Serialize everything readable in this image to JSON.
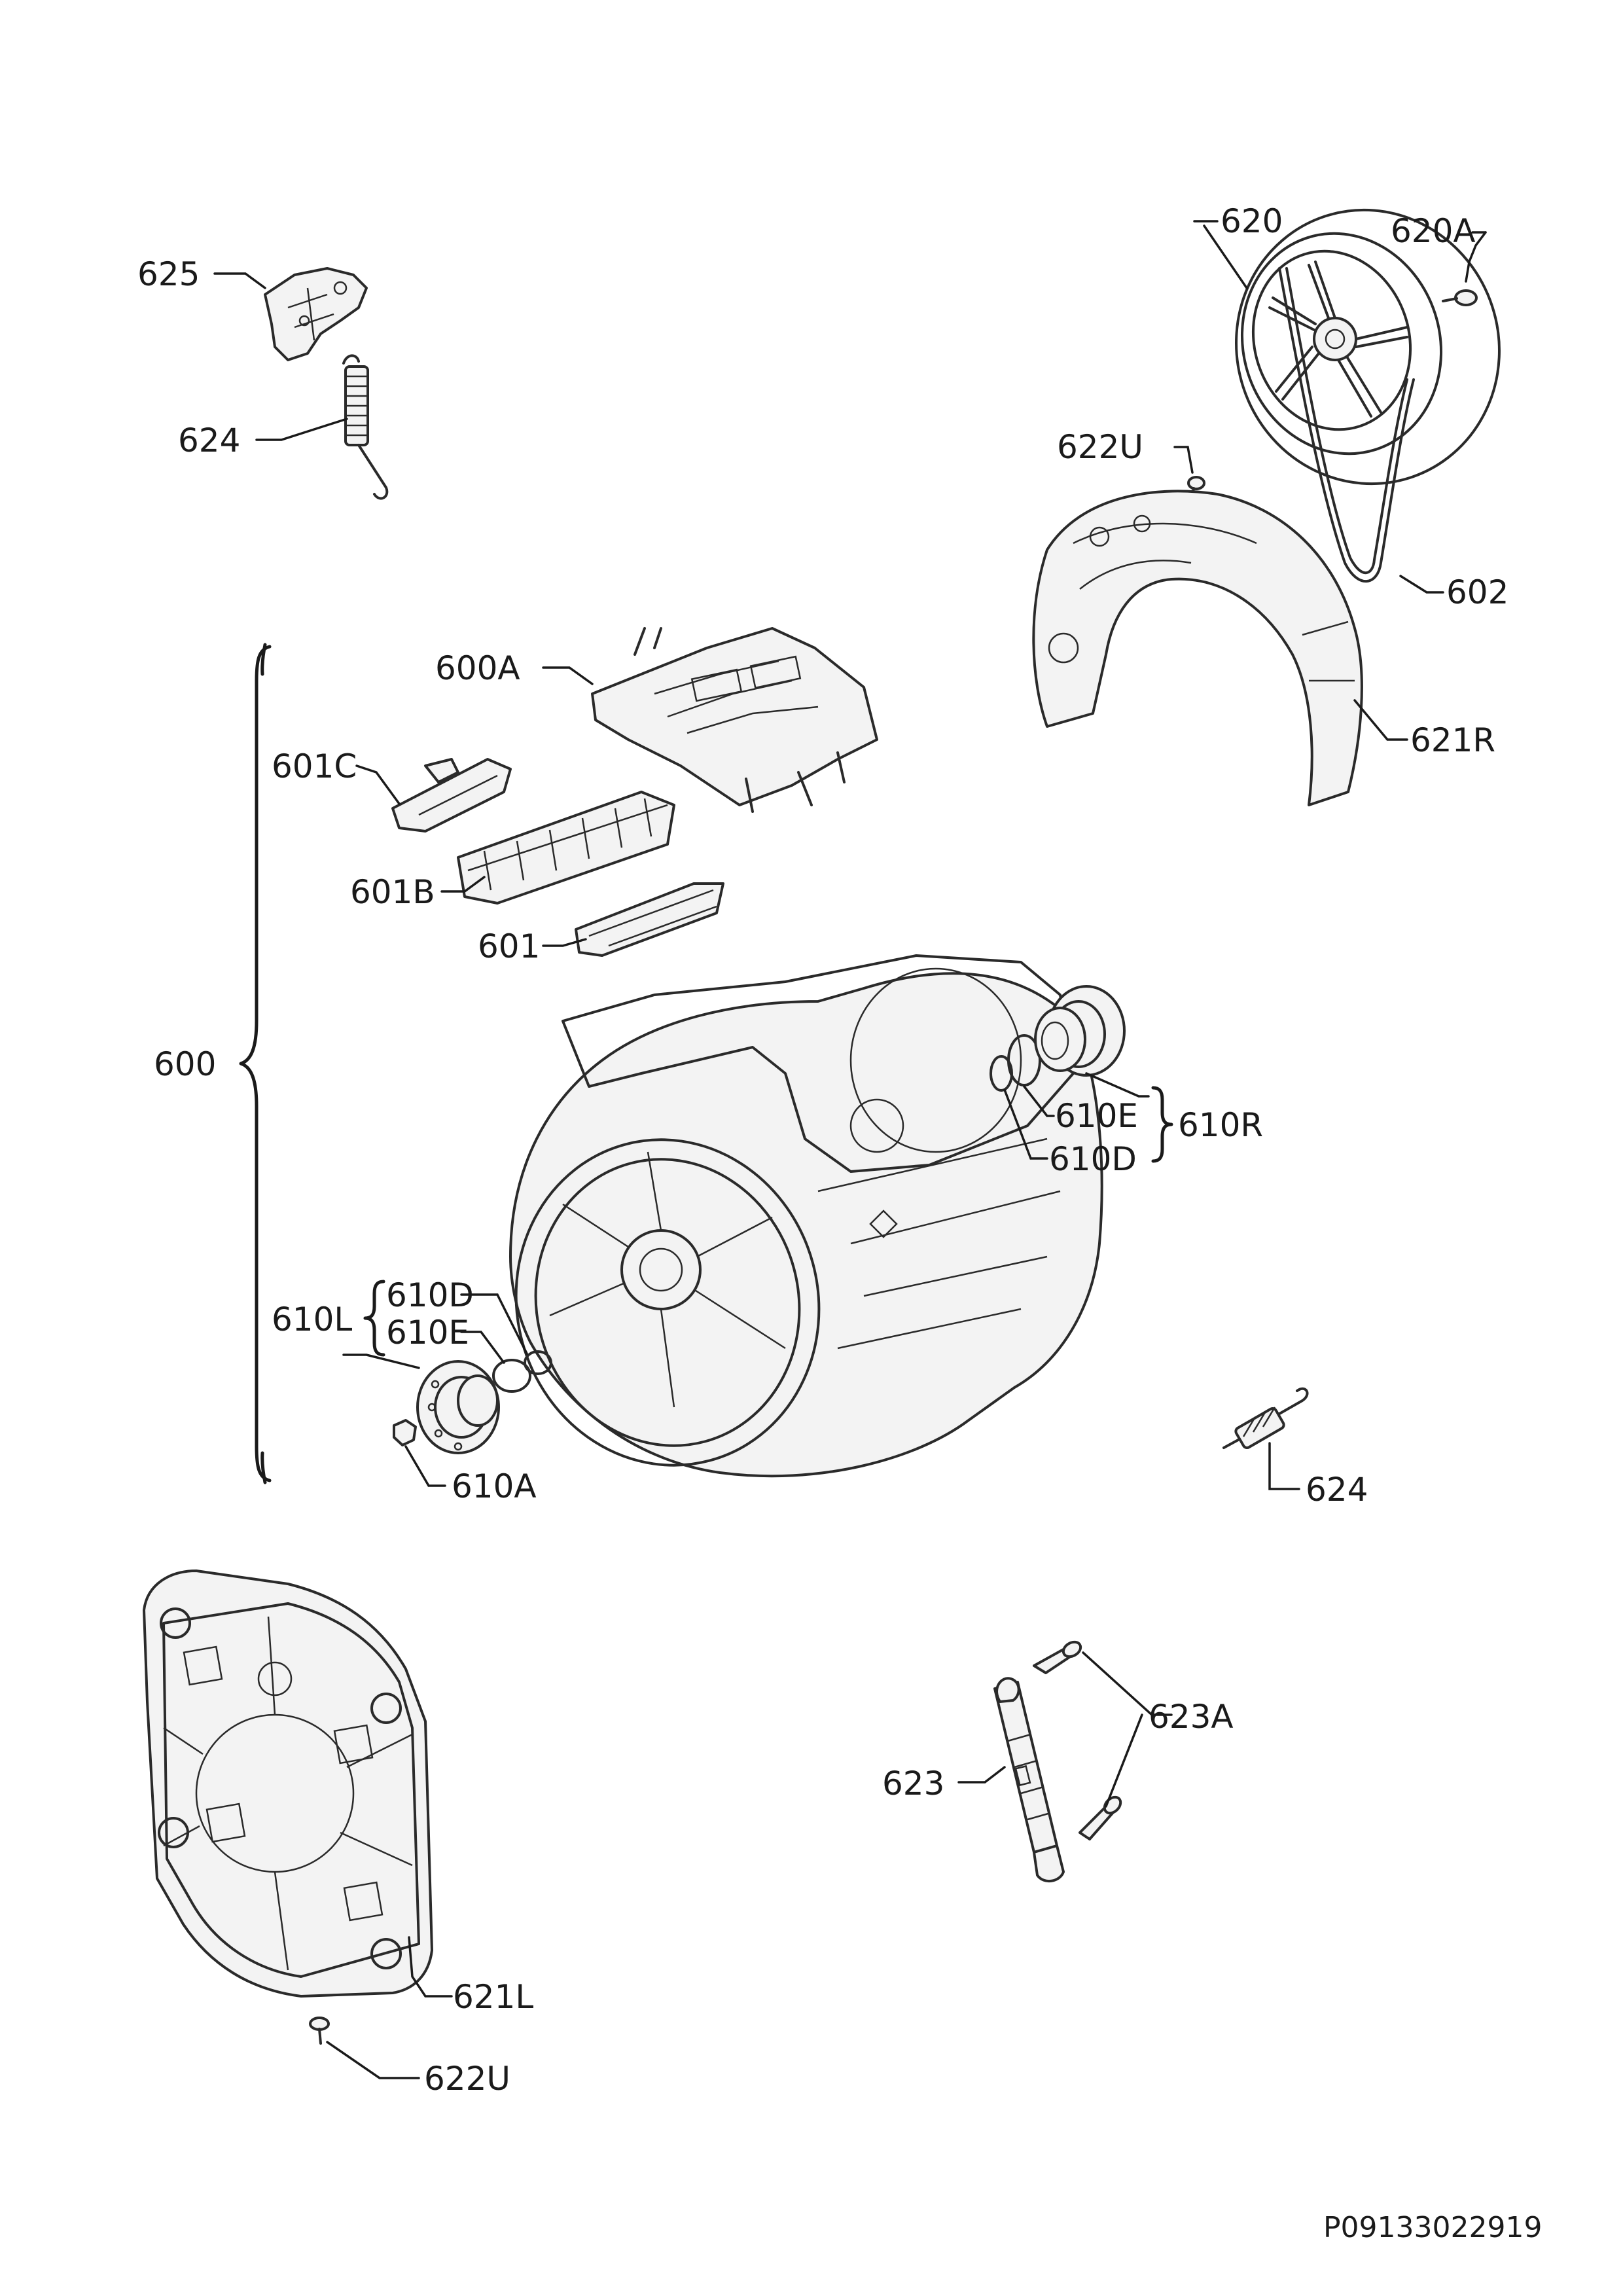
{
  "labels": {
    "l625": "625",
    "l624_top": "624",
    "l620": "620",
    "l620A": "620A",
    "l622U_top": "622U",
    "l602": "602",
    "l600A": "600A",
    "l621R": "621R",
    "l601C": "601C",
    "l601B": "601B",
    "l601": "601",
    "l600": "600",
    "l610E_right": "610E",
    "l610D_right": "610D",
    "l610R": "610R",
    "l610D_left": "610D",
    "l610E_left": "610E",
    "l610L": "610L",
    "l610A": "610A",
    "l624_bottom": "624",
    "l623A": "623A",
    "l623": "623",
    "l621L": "621L",
    "l622U_bottom": "622U"
  },
  "document_id": "P09133022919"
}
